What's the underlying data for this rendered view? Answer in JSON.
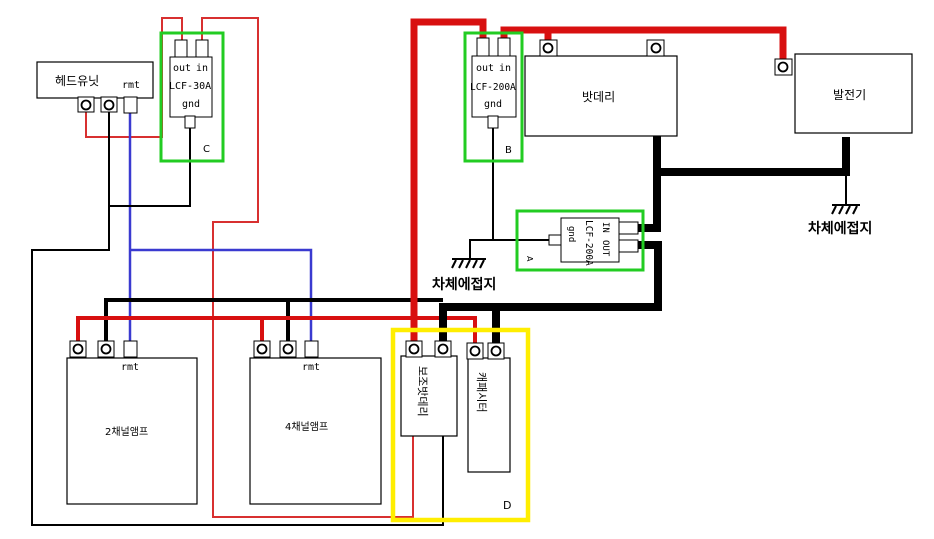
{
  "components": {
    "head_unit": {
      "label": "헤드유닛",
      "rmt": "rmt"
    },
    "lcf30a": {
      "out": "out",
      "in": "in",
      "model": "LCF-30A",
      "gnd": "gnd",
      "tag": "C"
    },
    "lcf200a_b": {
      "out": "out",
      "in": "in",
      "model": "LCF-200A",
      "gnd": "gnd",
      "tag": "B"
    },
    "lcf200a_a": {
      "in": "IN",
      "out": "OUT",
      "model": "LCF-200A",
      "gnd": "gnd",
      "tag": "A"
    },
    "battery": {
      "label": "밧데리"
    },
    "generator": {
      "label": "발전기"
    },
    "amp2": {
      "label": "2채널앰프",
      "rmt": "rmt"
    },
    "amp4": {
      "label": "4채널앰프",
      "rmt": "rmt"
    },
    "aux_battery": {
      "label": "보조밧데리"
    },
    "capacitor": {
      "label": "캐패시터"
    },
    "group_d": {
      "tag": "D"
    }
  },
  "grounds": {
    "generator_ground": "차체에접지",
    "main_ground": "차체에접지"
  },
  "colors": {
    "power": "#d81010",
    "thin_power": "#d83030",
    "ground": "#000000",
    "remote": "#3a3ad0",
    "filter_box": "#22cc22",
    "group_box": "#ffee00"
  }
}
